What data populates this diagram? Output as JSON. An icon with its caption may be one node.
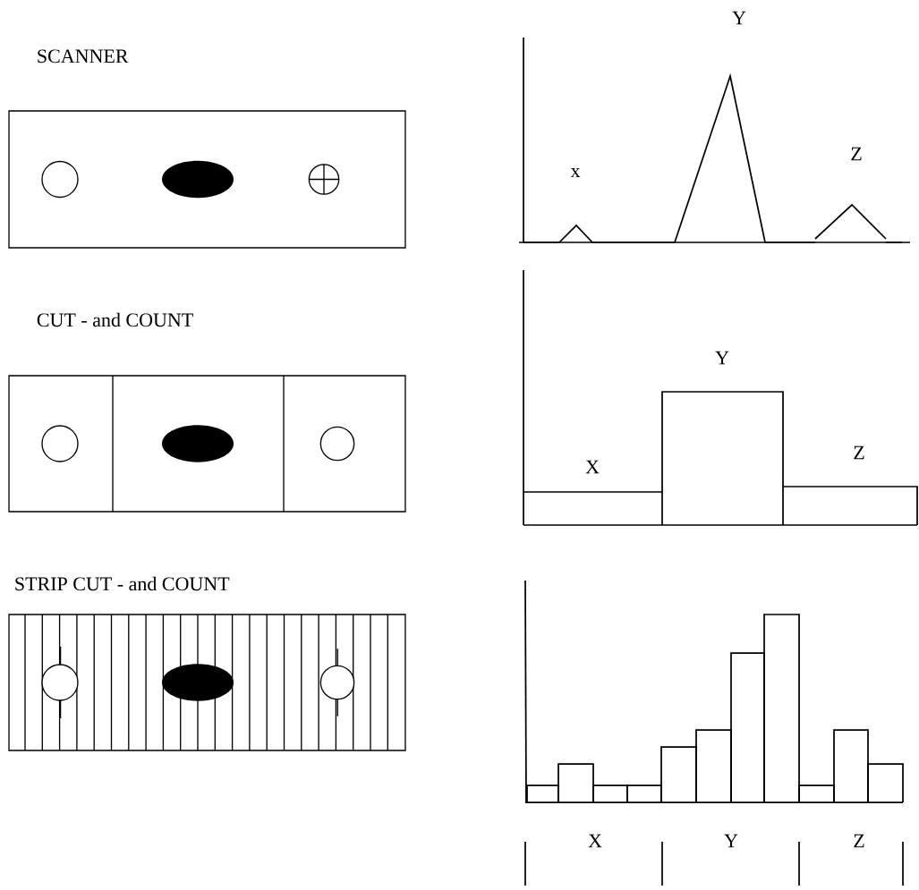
{
  "diagram": {
    "nodes": [
      {
        "text": [
          "SCANNER"
        ]
      },
      {
        "text": [
          "CUT - and COUNT"
        ]
      },
      {
        "text": [
          "STRIP CUT - and COUNT"
        ]
      }
    ],
    "labels": [
      "Y",
      "x",
      "Z",
      "X",
      "Y",
      "Z",
      "X",
      "Y",
      "Z"
    ]
  }
}
